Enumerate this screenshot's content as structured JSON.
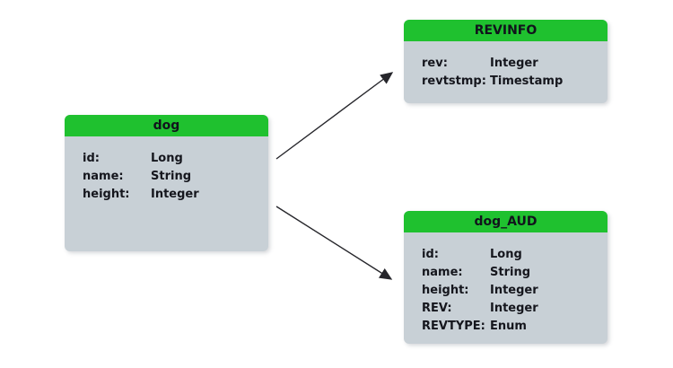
{
  "colors": {
    "header_green": "#1fc12f",
    "body_gray": "#c8d0d6",
    "text": "#15161d",
    "arrow": "#26262b",
    "background": "#ffffff"
  },
  "entities": [
    {
      "title": "dog",
      "fields": [
        {
          "label": "id:",
          "type": "Long"
        },
        {
          "label": "name:",
          "type": "String"
        },
        {
          "label": "height:",
          "type": "Integer"
        }
      ]
    },
    {
      "title": "REVINFO",
      "fields": [
        {
          "label": "rev:",
          "type": "Integer"
        },
        {
          "label": "revtstmp:",
          "type": "Timestamp"
        }
      ]
    },
    {
      "title": "dog_AUD",
      "fields": [
        {
          "label": "id:",
          "type": "Long"
        },
        {
          "label": "name:",
          "type": "String"
        },
        {
          "label": "height:",
          "type": "Integer"
        },
        {
          "label": "REV:",
          "type": "Integer"
        },
        {
          "label": "REVTYPE:",
          "type": "Enum"
        }
      ]
    }
  ],
  "relations": [
    {
      "from": "dog",
      "to": "REVINFO"
    },
    {
      "from": "dog",
      "to": "dog_AUD"
    }
  ]
}
